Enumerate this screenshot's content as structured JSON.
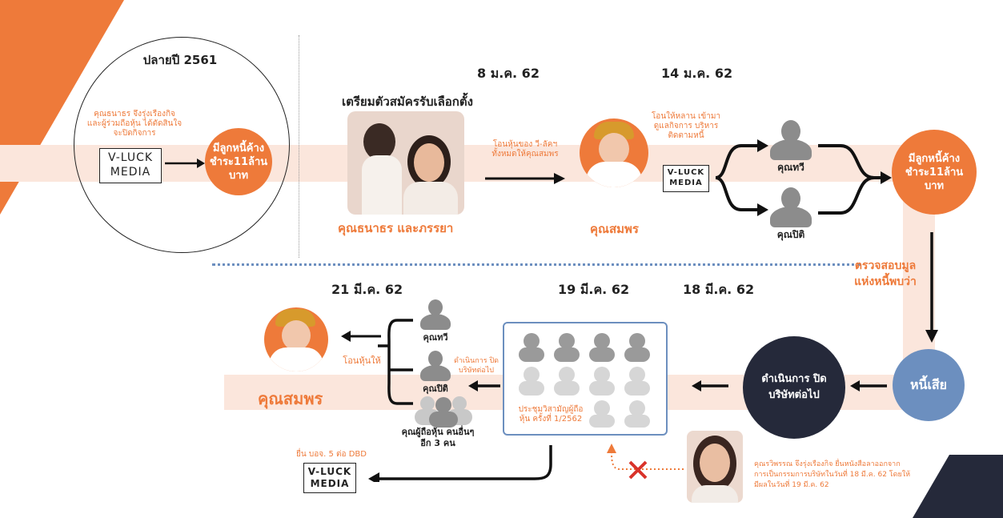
{
  "dates": {
    "end_2561": "ปลายปี 2561",
    "d1": "8 ม.ค. 62",
    "d2": "14 ม.ค. 62",
    "d3": "21 มี.ค. 62",
    "d4": "19 มี.ค. 62",
    "d5": "18 มี.ค. 62"
  },
  "left_panel": {
    "note": "คุณธนาธร จึงรุ่งเรืองกิจ และผู้ร่วมถือหุ้น ได้ตัดสินใจจะปิดกิจการ",
    "logo_line1": "V-LUCK",
    "logo_line2": "MEDIA",
    "debt_circle": "มีลูกหนี้ค้าง ชำระ11ล้านบาท"
  },
  "top_row": {
    "prep_title": "เตรียมตัวสมัครรับเลือกตั้ง",
    "couple_label": "คุณธนาธร และภรรยา",
    "transfer_note": "โอนหุ้นของ วี-ลัคฯ ทั้งหมดให้คุณสมพร",
    "somporn_label": "คุณสมพร",
    "transfer_nephews_note": "โอนให้หลาน เข้ามาดูแลกิจการ บริหารติดตามหนี้",
    "logo_line1": "V-LUCK",
    "logo_line2": "MEDIA",
    "person_top": "คุณทวี",
    "person_bottom": "คุณปิติ",
    "debt_circle": "มีลูกหนี้ค้าง ชำระ11ล้านบาท"
  },
  "right_side": {
    "audit_note": "ตรวจสอบมูล แห่งหนี้พบว่า",
    "bad_debt": "หนี้เสีย",
    "close_company": "ดำเนินการ ปิดบริษัทต่อไป"
  },
  "bottom_row": {
    "somporn_label": "คุณสมพร",
    "transfer_back_note": "โอนหุ้นให้",
    "person1": "คุณทวี",
    "person2": "คุณปิติ",
    "person3": "คุณผู้ถือหุ้น คนอื่นๆ อีก 3 คน",
    "closing_note": "ดำเนินการ ปิดบริษัทต่อไป",
    "meeting_note": "ประชุมวิสามัญผู้ถือหุ้น ครั้งที่ 1/2562",
    "dbd_note": "ยื่น บอจ. 5 ต่อ DBD",
    "logo_line1": "V-LUCK",
    "logo_line2": "MEDIA",
    "resign_note": "คุณรวิพรรณ จึงรุ่งเรืองกิจ ยื่นหนังสือลาออกจาก การเป็นกรรมการบริษัทในวันที่ 18 มี.ค. 62 โดยให้มีผลในวันที่ 19 มี.ค. 62"
  },
  "colors": {
    "orange": "#ee7a3a",
    "band": "#fbe6dc",
    "navy": "#25293a",
    "blue": "#6c8fbf"
  }
}
